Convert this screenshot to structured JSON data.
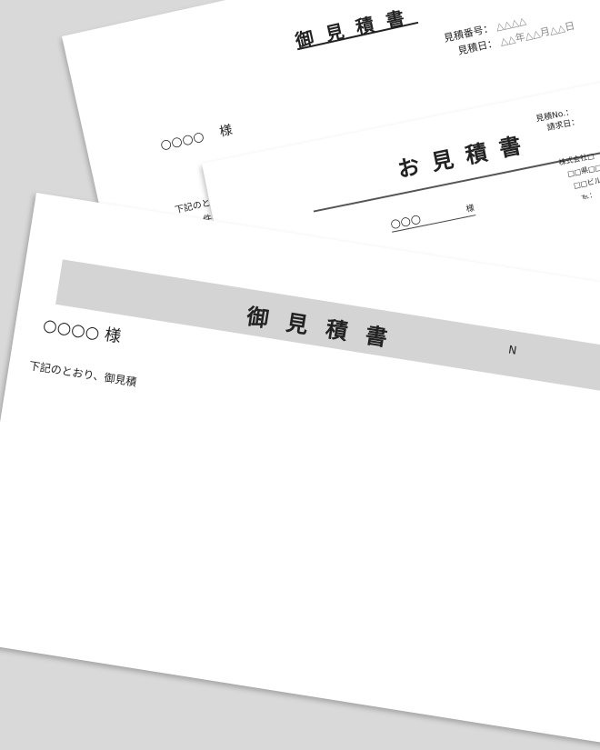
{
  "back": {
    "title": "御見積書",
    "number_label": "見積番号：",
    "number_value": "△△△△",
    "date_label": "見積日：",
    "date_value": "△△年△△月△△日",
    "client": "○○○○",
    "honorific": "様",
    "intro": "下記のとおり、御",
    "subject_label": "件名："
  },
  "middle": {
    "title": "お見積書",
    "number_label": "見積No.：",
    "date_label": "請求日：",
    "client": "○○○",
    "honorific": "様",
    "company": "株式会社□",
    "address1": "□□県□□",
    "address2": "□□ビル",
    "tel": "℡："
  },
  "front": {
    "title": "御見積書",
    "client": "○○○○",
    "honorific": "様",
    "intro": "下記のとおり、御見積",
    "number_label": "N"
  }
}
